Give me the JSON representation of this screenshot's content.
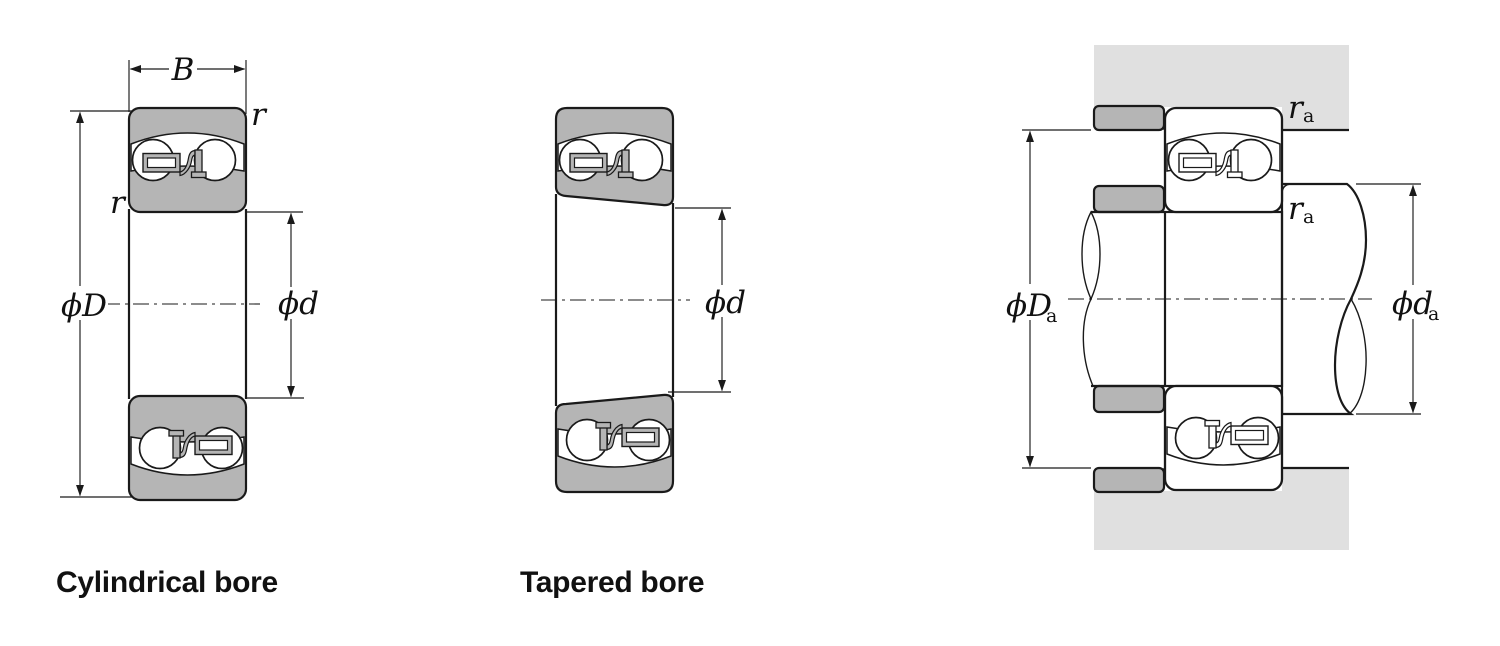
{
  "colors": {
    "line": "#1a1a1a",
    "ring_fill": "#b5b5b5",
    "shoulder_fill": "#b5b5b5",
    "housing_fill": "#e0e0e0",
    "background": "#ffffff"
  },
  "cylindrical": {
    "caption": "Cylindrical bore",
    "width_label": "B",
    "chamfer_label_top": "r",
    "chamfer_label_side": "r",
    "outer_diameter_label": "ϕD",
    "bore_diameter_label": "ϕd"
  },
  "tapered": {
    "caption": "Tapered bore",
    "bore_diameter_label": "ϕd"
  },
  "mounted": {
    "housing_fillet_label": "r",
    "housing_fillet_sub": "a",
    "shaft_fillet_label": "r",
    "shaft_fillet_sub": "a",
    "housing_abutment_label": "ϕD",
    "housing_abutment_sub": "a",
    "shaft_abutment_label": "ϕd",
    "shaft_abutment_sub": "a"
  }
}
